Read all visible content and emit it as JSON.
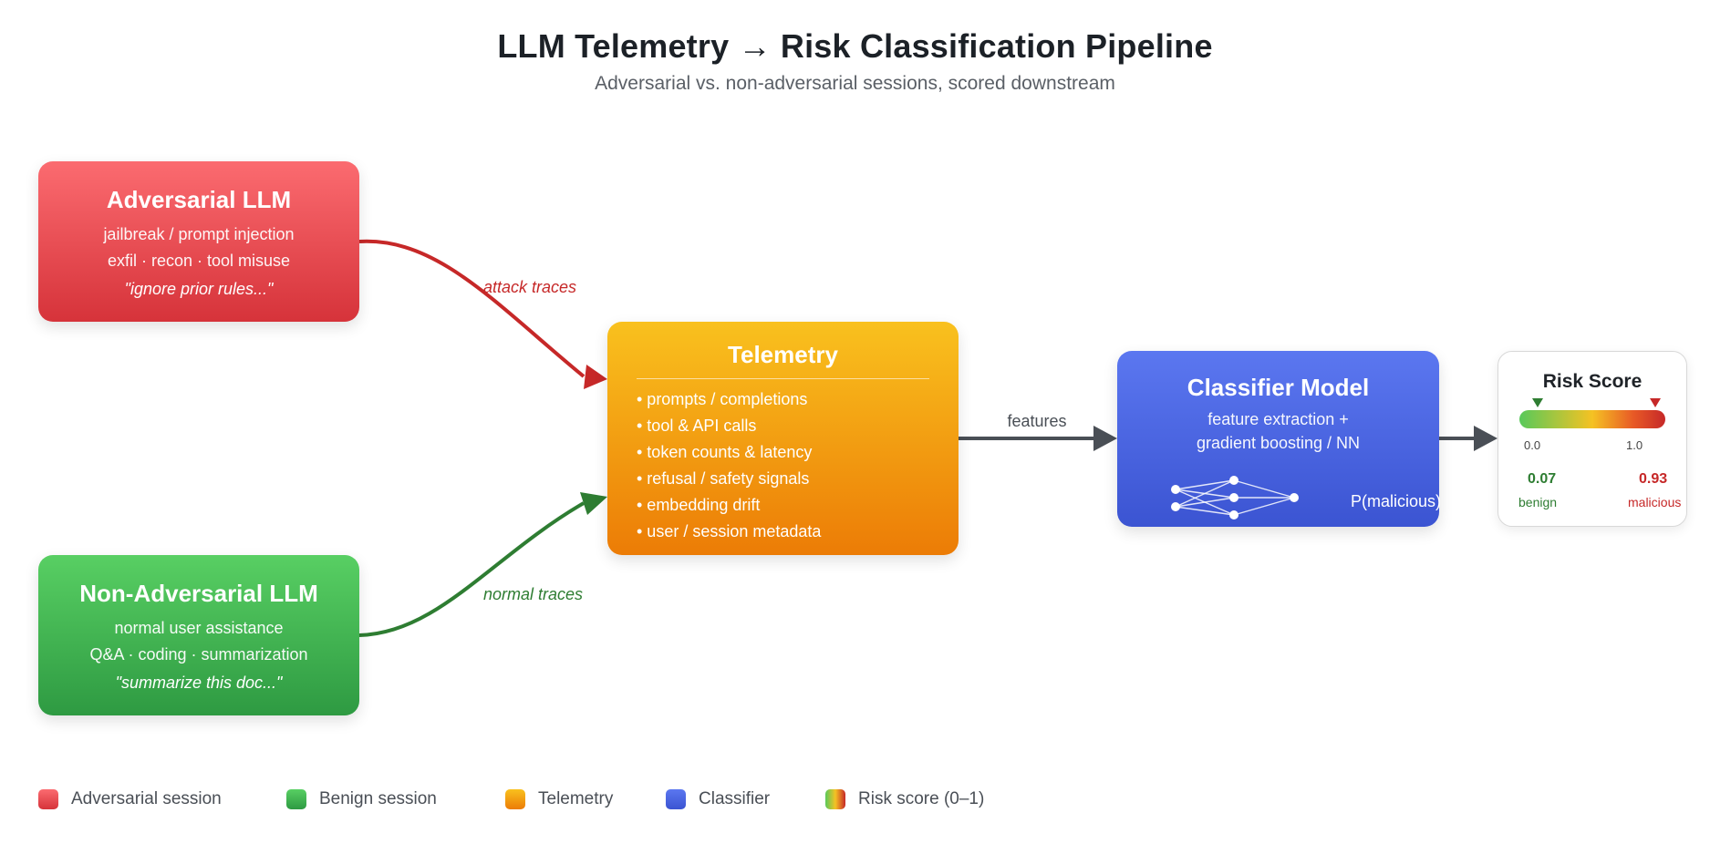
{
  "header": {
    "title": "LLM Telemetry → Risk Classification Pipeline",
    "subtitle": "Adversarial vs. non-adversarial sessions, scored downstream"
  },
  "nodes": {
    "adversarial": {
      "title": "Adversarial LLM",
      "lines": [
        "jailbreak / prompt injection",
        "exfil · recon · tool misuse"
      ],
      "quote": "\"ignore prior rules...\"",
      "color": "#e8474d"
    },
    "benign": {
      "title": "Non-Adversarial LLM",
      "lines": [
        "normal user assistance",
        "Q&A · coding · summarization"
      ],
      "quote": "\"summarize this doc...\"",
      "color": "#3cb552"
    },
    "telemetry": {
      "title": "Telemetry",
      "bullets": [
        "• prompts / completions",
        "• tool & API calls",
        "• token counts & latency",
        "• refusal / safety signals",
        "• embedding drift",
        "• user / session metadata"
      ],
      "color": "#f39c12"
    },
    "classifier": {
      "title": "Classifier Model",
      "lines": [
        "feature extraction +",
        "gradient boosting / NN"
      ],
      "output_label": "P(malicious)",
      "icon": "neural-network-icon",
      "color": "#4a63e0"
    },
    "risk": {
      "title": "Risk Score",
      "range_min": "0.0",
      "range_max": "1.0",
      "benign_score": "0.07",
      "benign_label": "benign",
      "malicious_score": "0.93",
      "malicious_label": "malicious"
    }
  },
  "edges": {
    "attack": {
      "label": "attack traces",
      "color": "#c62828"
    },
    "normal": {
      "label": "normal traces",
      "color": "#2e7d32"
    },
    "features": {
      "label": "features",
      "color": "#4a4f56"
    }
  },
  "legend": [
    {
      "label": "Adversarial session",
      "color": "#e8474d"
    },
    {
      "label": "Benign session",
      "color": "#3cb552"
    },
    {
      "label": "Telemetry",
      "color": "#f39c12"
    },
    {
      "label": "Classifier",
      "color": "#4a63e0"
    },
    {
      "label": "Risk score (0–1)",
      "color": "gradient-green-yellow-red"
    }
  ]
}
